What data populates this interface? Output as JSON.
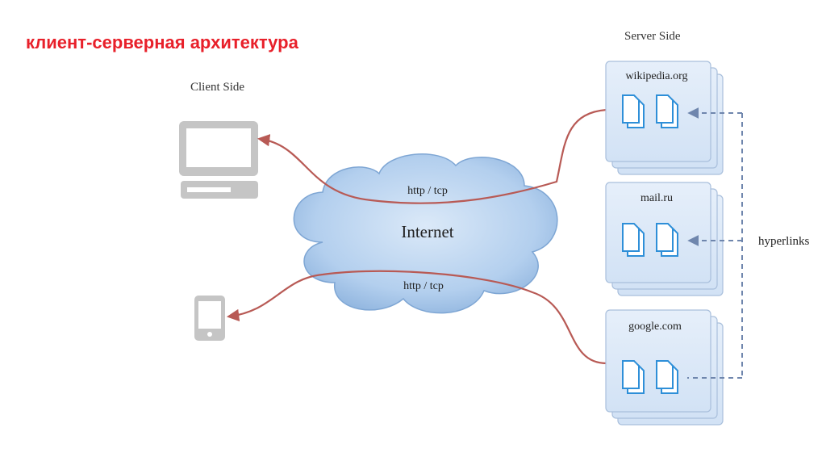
{
  "title": "клиент-серверная архитектура",
  "client_side_label": "Client Side",
  "server_side_label": "Server Side",
  "internet_label": "Internet",
  "connections": [
    {
      "label": "http / tcp"
    },
    {
      "label": "http / tcp"
    }
  ],
  "servers": [
    {
      "name": "wikipedia.org"
    },
    {
      "name": "mail.ru"
    },
    {
      "name": "google.com"
    }
  ],
  "hyperlinks_label": "hyperlinks",
  "colors": {
    "title": "#e8202a",
    "connection_line": "#b85a55",
    "cloud_fill": "#a9c9ea",
    "server_fill": "#dde9f8",
    "server_border": "#a9bfdc",
    "document_icon": "#2e8fd8",
    "hyperlink_dash": "#6f86ad",
    "device": "#c5c5c5"
  },
  "icons": [
    "desktop-computer-icon",
    "smartphone-icon",
    "document-icon"
  ]
}
